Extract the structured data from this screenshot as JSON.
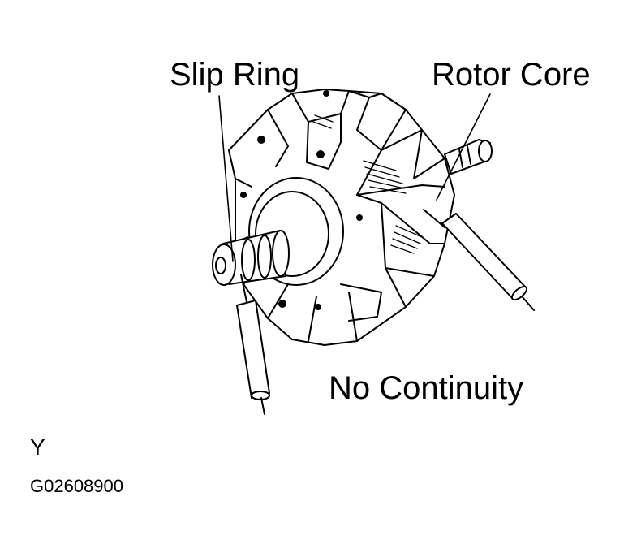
{
  "labels": {
    "slip_ring": "Slip Ring",
    "rotor_core": "Rotor Core",
    "result": "No Continuity",
    "marker": "Y",
    "figure_code": "G02608900"
  },
  "colors": {
    "line": "#000000",
    "background": "#ffffff"
  }
}
